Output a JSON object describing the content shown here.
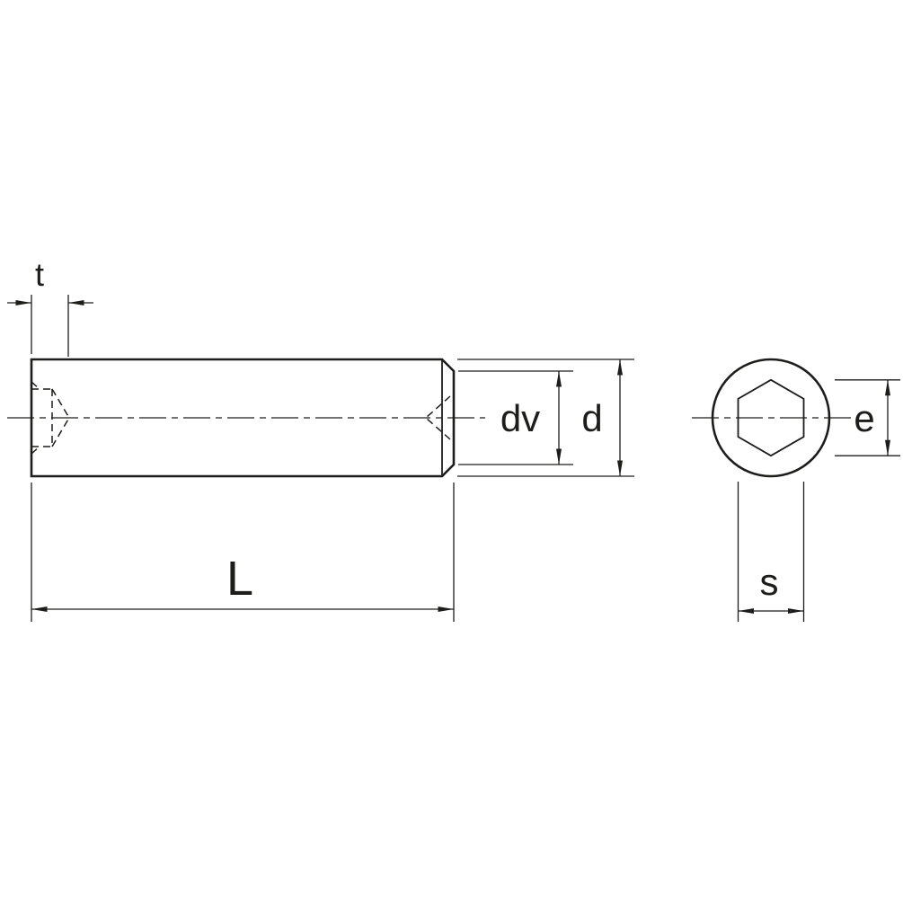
{
  "drawing": {
    "background_color": "#ffffff",
    "line_color": "#1d1d1b",
    "dimension_labels": {
      "socket_depth": "t",
      "flat_point_diameter": "dv",
      "thread_diameter": "d",
      "screw_length": "L",
      "socket_corner_width": "e",
      "socket_across_flats": "s"
    }
  }
}
